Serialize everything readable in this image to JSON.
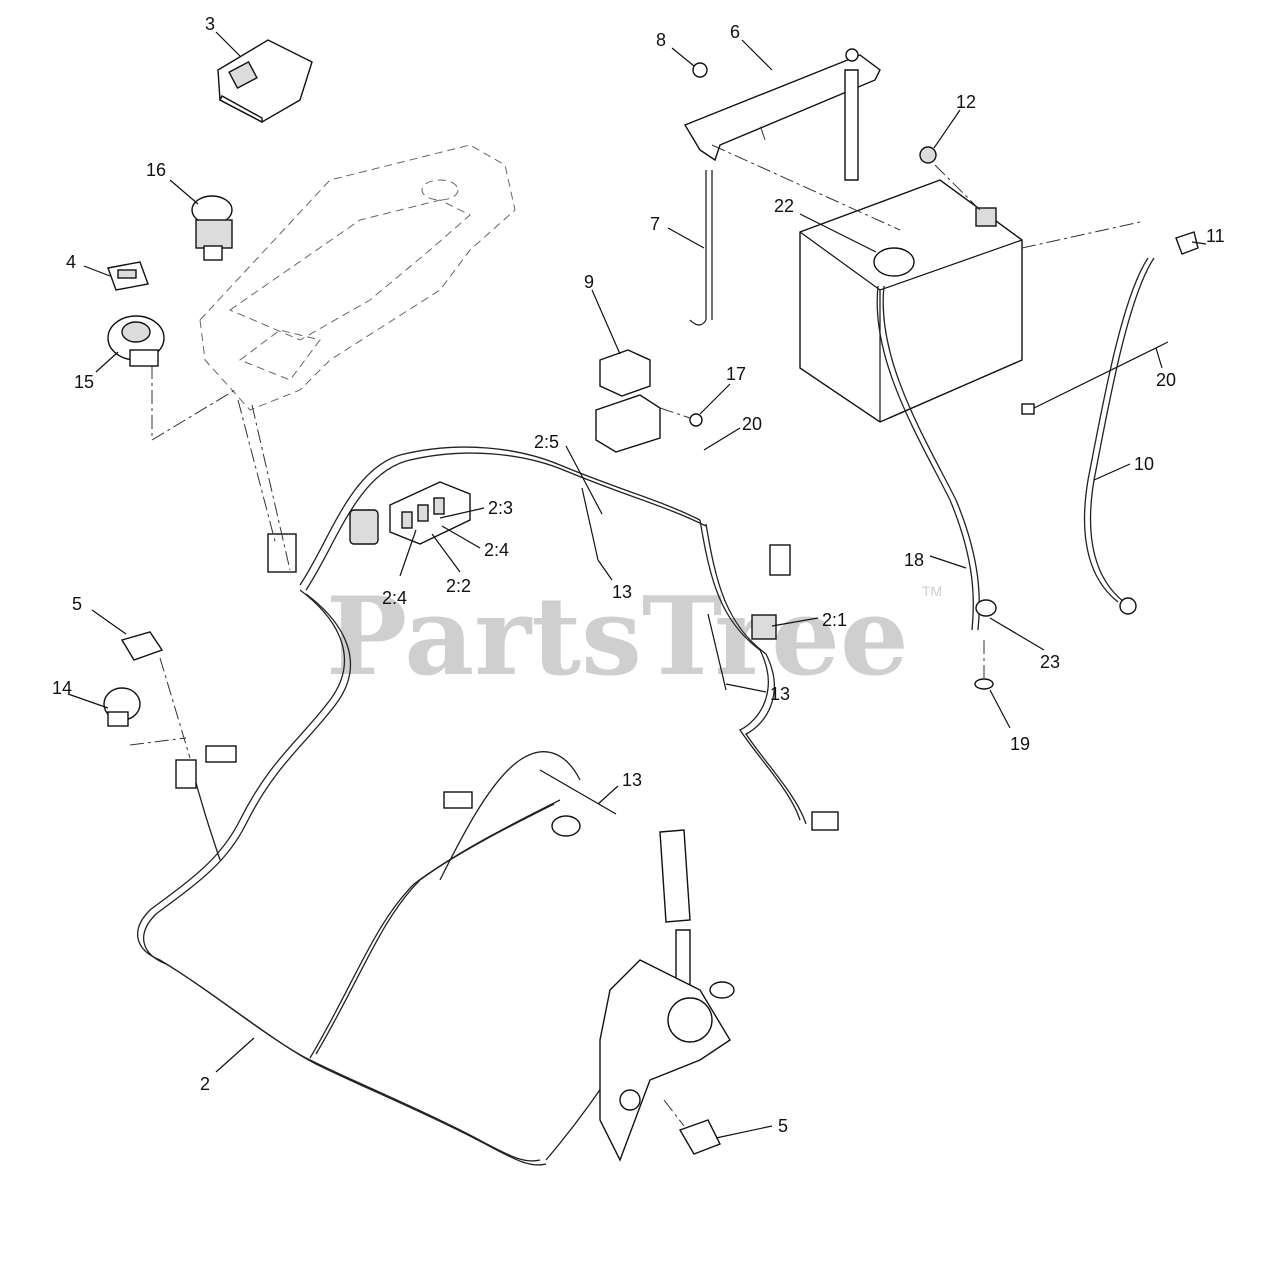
{
  "watermark": {
    "brand": "PartsTree",
    "tm": "TM"
  },
  "callouts": [
    {
      "text": "3"
    },
    {
      "text": "16"
    },
    {
      "text": "4"
    },
    {
      "text": "15"
    },
    {
      "text": "8"
    },
    {
      "text": "6"
    },
    {
      "text": "7"
    },
    {
      "text": "12"
    },
    {
      "text": "22"
    },
    {
      "text": "11"
    },
    {
      "text": "20"
    },
    {
      "text": "9"
    },
    {
      "text": "17"
    },
    {
      "text": "2:5"
    },
    {
      "text": "20"
    },
    {
      "text": "10"
    },
    {
      "text": "2:3"
    },
    {
      "text": "2:4"
    },
    {
      "text": "2:4"
    },
    {
      "text": "2:2"
    },
    {
      "text": "13"
    },
    {
      "text": "18"
    },
    {
      "text": "5"
    },
    {
      "text": "2:1"
    },
    {
      "text": "23"
    },
    {
      "text": "13"
    },
    {
      "text": "14"
    },
    {
      "text": "19"
    },
    {
      "text": "13"
    },
    {
      "text": "2"
    },
    {
      "text": "5"
    }
  ]
}
